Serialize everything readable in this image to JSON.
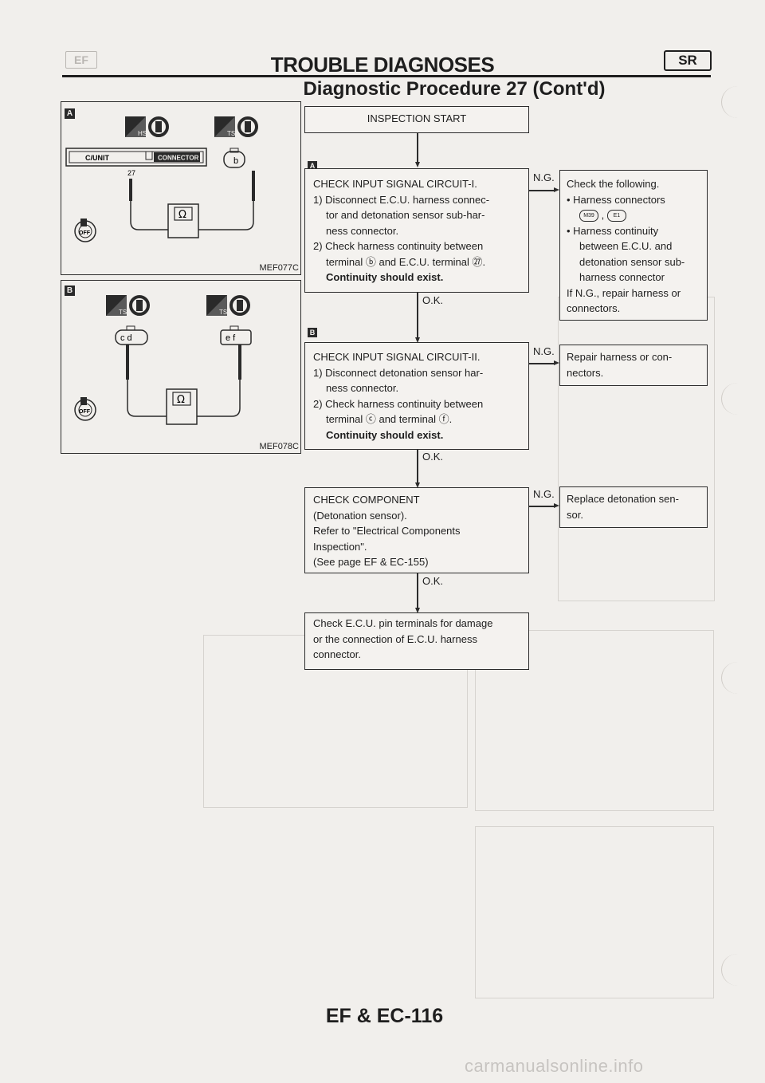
{
  "header": {
    "left_tab": "EF",
    "title": "TROUBLE DIAGNOSES",
    "right_tab": "SR",
    "subtitle": "Diagnostic Procedure 27 (Cont'd)"
  },
  "figures": {
    "a": {
      "letter": "A",
      "modes": [
        "HS",
        "TS"
      ],
      "connector_label": "C/UNIT",
      "connector_caption": "CONNECTOR",
      "pin_number": "27",
      "terminal_label": "b",
      "ohm_symbol": "Ω",
      "off_label": "OFF",
      "code": "MEF077C"
    },
    "b": {
      "letter": "B",
      "modes": [
        "TS",
        "TS"
      ],
      "left_terminals": "c d",
      "right_terminals": "e f",
      "ohm_symbol": "Ω",
      "off_label": "OFF",
      "code": "MEF078C"
    }
  },
  "flow": {
    "start": "INSPECTION START",
    "step1": {
      "letter": "A",
      "lines": [
        "CHECK INPUT SIGNAL CIRCUIT-I.",
        "1) Disconnect E.C.U. harness connec-",
        "tor and detonation sensor sub-har-",
        "ness connector.",
        "2) Check harness continuity between",
        "terminal ⓑ and E.C.U. terminal ㉗.",
        "Continuity should exist."
      ],
      "ng": "N.G.",
      "ok": "O.K.",
      "result": {
        "title": "Check the following.",
        "bullet1": "Harness connectors",
        "connectors": [
          "M39",
          "E1"
        ],
        "bullet2": "Harness continuity",
        "lines": [
          "between E.C.U. and",
          "detonation sensor sub-",
          "harness connector"
        ],
        "tail1": "If N.G., repair harness or",
        "tail2": "connectors."
      }
    },
    "step2": {
      "letter": "B",
      "lines": [
        "CHECK INPUT SIGNAL CIRCUIT-II.",
        "1) Disconnect detonation sensor har-",
        "ness connector.",
        "2) Check harness continuity between",
        "terminal ⓒ and terminal ⓕ.",
        "Continuity should exist."
      ],
      "ng": "N.G.",
      "ok": "O.K.",
      "result": [
        "Repair harness or con-",
        "nectors."
      ]
    },
    "step3": {
      "lines": [
        "CHECK COMPONENT",
        "(Detonation sensor).",
        "Refer to \"Electrical Components",
        "Inspection\".",
        "(See page EF & EC-155)"
      ],
      "ng": "N.G.",
      "ok": "O.K.",
      "result": [
        "Replace detonation sen-",
        "sor."
      ]
    },
    "final": [
      "Check E.C.U. pin terminals for damage",
      "or the connection of E.C.U. harness",
      "connector."
    ]
  },
  "footer": {
    "page": "EF & EC-116",
    "watermark": "carmanualsonline.info"
  }
}
